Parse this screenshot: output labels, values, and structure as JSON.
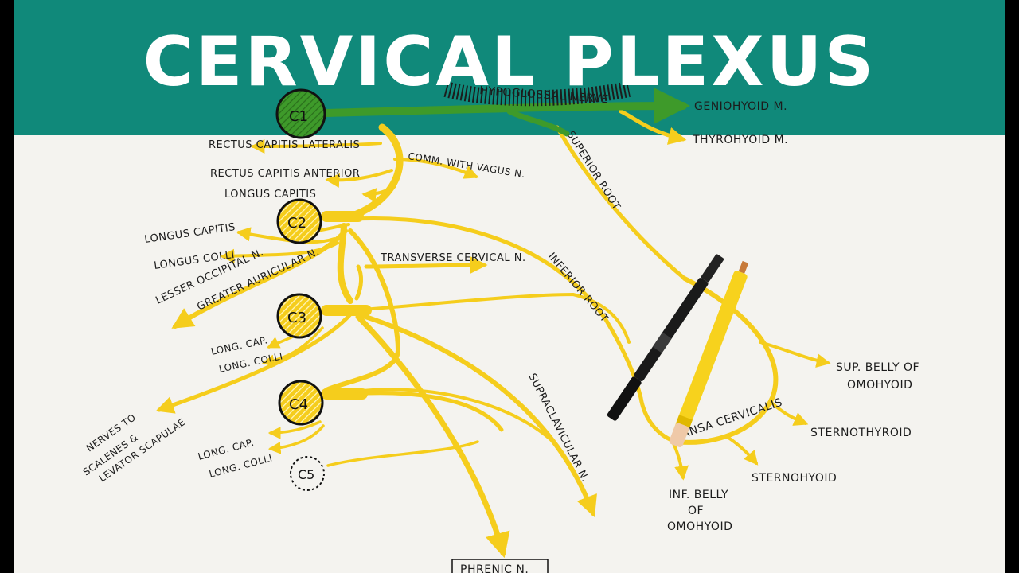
{
  "header": {
    "title": "CERVICAL PLEXUS"
  },
  "roots": {
    "c1": "C1",
    "c2": "C2",
    "c3": "C3",
    "c4": "C4",
    "c5": "C5"
  },
  "labels": {
    "hypoglossal": "HYPOGLOSSAL NERVE",
    "geniohyoid": "GENIOHYOID M.",
    "thyrohyoid": "THYROHYOID M.",
    "rectus_lateralis": "RECTUS CAPITIS LATERALIS",
    "rectus_anterior": "RECTUS CAPITIS ANTERIOR",
    "longus_capitis_c1": "LONGUS CAPITIS",
    "comm_vagus": "COMM. WITH VAGUS N.",
    "superior_root": "SUPERIOR ROOT",
    "longus_capitis_c2": "LONGUS CAPITIS",
    "longus_colli_c2": "LONGUS COLLI",
    "lesser_occipital": "LESSER OCCIPITAL N.",
    "greater_auricular": "GREATER AURICULAR N.",
    "transverse_cervical": "TRANSVERSE CERVICAL N.",
    "inferior_root": "INFERIOR ROOT",
    "long_cap_c3": "LONG. CAP.",
    "long_colli_c3": "LONG. COLLI",
    "nerves_scalenes_1": "NERVES TO",
    "nerves_scalenes_2": "SCALENES &",
    "nerves_scalenes_3": "LEVATOR SCAPULAE",
    "long_cap_c4": "LONG. CAP.",
    "long_colli_c4": "LONG. COLLI",
    "supraclavicular": "SUPRACLAVICULAR N.",
    "phrenic": "PHRENIC N.",
    "ansa_cervicalis": "ANSA CERVICALIS",
    "sup_belly_1": "SUP. BELLY OF",
    "sup_belly_2": "OMOHYOID",
    "sternothyroid": "STERNOTHYROID",
    "sternohyoid": "STERNOHYOID",
    "inf_belly_1": "INF. BELLY",
    "inf_belly_2": "OF",
    "inf_belly_3": "OMOHYOID"
  },
  "colors": {
    "banner": "#10897a",
    "paper": "#f4f3ef",
    "nerve": "#f5cd1c",
    "nerve_dark": "#e3b400",
    "c1_green": "#3e9a2a",
    "ink": "#1c1c1c"
  }
}
